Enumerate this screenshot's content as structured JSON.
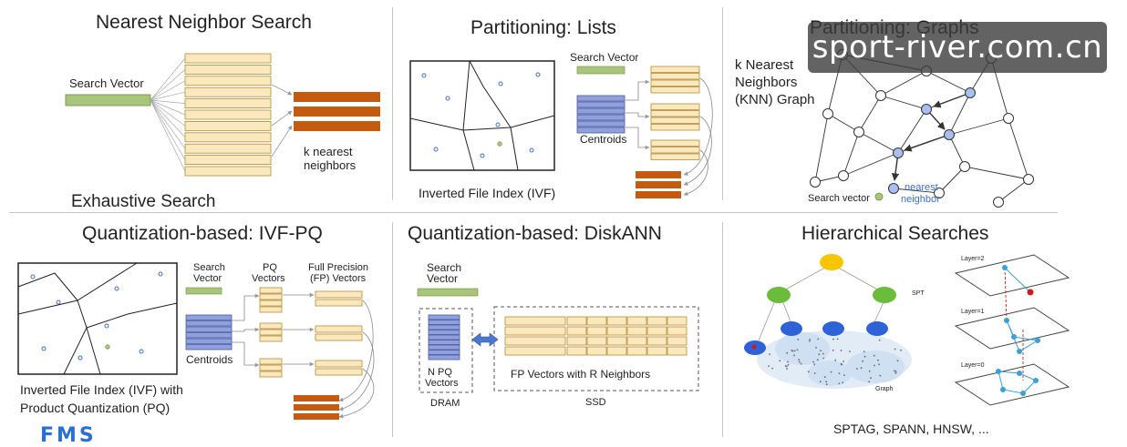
{
  "colors": {
    "row_fill": "#fbe9bd",
    "row_stroke": "#b58b3a",
    "result_fill": "#c55a11",
    "search_vector": "#a9c57a",
    "centroid": "#8fa0dd",
    "node_blue": "#a9bff0",
    "tree_yellow": "#f7c600",
    "tree_green": "#6cbc3c",
    "tree_blue": "#2f62d6",
    "tree_red": "#d11a1a",
    "layer_cyan": "#3aa0d8",
    "ssd_border": "#555555"
  },
  "panels": {
    "nns": {
      "title": "Nearest Neighbor Search",
      "search_vector": "Search Vector",
      "knn_line1": "k nearest",
      "knn_line2": "neighbors",
      "footer": "Exhaustive Search"
    },
    "lists": {
      "title": "Partitioning: Lists",
      "search_vector": "Search Vector",
      "centroids": "Centroids",
      "caption": "Inverted File Index (IVF)"
    },
    "graphs": {
      "title": "Partitioning: Graphs",
      "knn_line1": "k Nearest",
      "knn_line2": "Neighbors",
      "knn_line3": "(KNN) Graph",
      "search_vector": "Search vector",
      "nearest_line1": "nearest",
      "nearest_line2": "neighbor"
    },
    "ivfpq": {
      "title": "Quantization-based: IVF-PQ",
      "search_line1": "Search",
      "search_line2": "Vector",
      "pq_line1": "PQ",
      "pq_line2": "Vectors",
      "fp_line1": "Full Precision",
      "fp_line2": "(FP) Vectors",
      "centroids": "Centroids",
      "caption_line1": "Inverted File Index (IVF) with",
      "caption_line2": "Product Quantization (PQ)"
    },
    "diskann": {
      "title": "Quantization-based: DiskANN",
      "search_line1": "Search",
      "search_line2": "Vector",
      "npq_line1": "N PQ",
      "npq_line2": "Vectors",
      "fp_label": "FP Vectors with R Neighbors",
      "dram": "DRAM",
      "ssd": "SSD"
    },
    "hier": {
      "title": "Hierarchical Searches",
      "spt": "SPT",
      "graph": "Graph",
      "layer2": "Layer=2",
      "layer1": "Layer=1",
      "layer0": "Layer=0",
      "footer": "SPTAG, SPANN, HNSW, ..."
    }
  },
  "watermark": "sport-river.com.cn",
  "logo": "FMS"
}
